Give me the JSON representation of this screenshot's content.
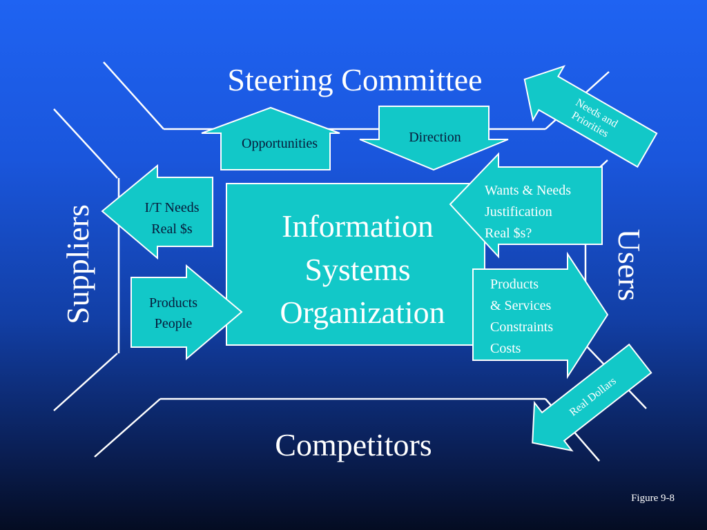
{
  "labels": {
    "steering": "Steering Committee",
    "suppliers": "Suppliers",
    "users": "Users",
    "competitors": "Competitors",
    "center": [
      "Information",
      "Systems",
      "Organization"
    ],
    "figure": "Figure 9-8"
  },
  "arrows": {
    "opportunities": [
      "Opportunities"
    ],
    "direction": [
      "Direction"
    ],
    "needs_priorities": [
      "Needs and",
      "Priorities"
    ],
    "it_needs": [
      "I/T Needs",
      "Real $s"
    ],
    "products_people": [
      "Products",
      "People"
    ],
    "wants_needs": [
      "Wants & Needs",
      "Justification",
      "Real $s?"
    ],
    "products_services": [
      "Products",
      "& Services",
      "Constraints",
      "Costs"
    ],
    "real_dollars": [
      "Real Dollars"
    ]
  },
  "colors": {
    "shape_fill": "#12c8c8",
    "shape_stroke": "#ffffff",
    "text_on_shape": "#071a3a",
    "text_on_bg": "#ffffff"
  }
}
